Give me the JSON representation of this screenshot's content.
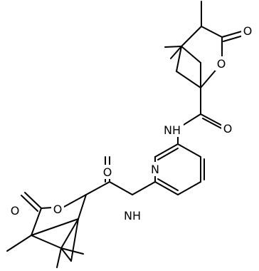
{
  "diagram": {
    "type": "chemical-structure",
    "atom_labels": {
      "o_ketone_top": "O",
      "o_ring_top": "O",
      "o_amide_top": "O",
      "nh_top": "NH",
      "n_pyridine": "N",
      "o_amide_bottom": "O",
      "nh_bottom": "NH",
      "o_ketone_bottom": "O",
      "o_ring_bottom": "O"
    }
  }
}
